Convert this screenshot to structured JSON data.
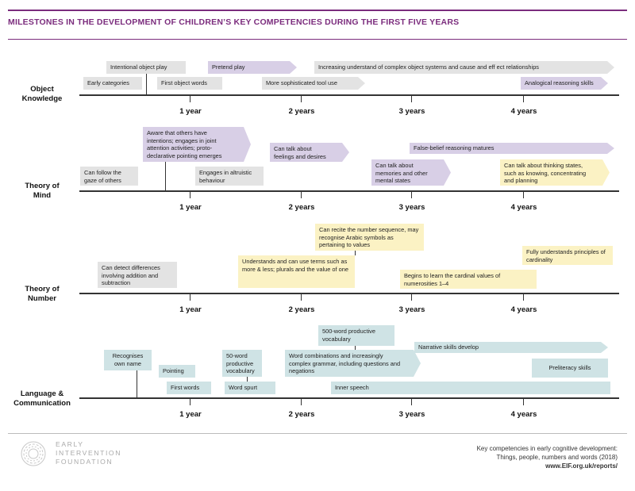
{
  "title": "MILESTONES IN THE DEVELOPMENT OF CHILDREN’S KEY COMPETENCIES DURING THE FIRST FIVE YEARS",
  "year_labels": [
    "1 year",
    "2 years",
    "3 years",
    "4 years"
  ],
  "colors": {
    "accent": "#7b2c7d",
    "gray": "#e3e3e3",
    "purple": "#d8cfe6",
    "yellow": "#fbf2c4",
    "teal": "#cfe3e5"
  },
  "object": {
    "label": "Object\nKnowledge",
    "intentional_play": "Intentional object play",
    "pretend_play": "Pretend play",
    "complex_systems": "Increasing understand of complex object systems and cause and eff ect relationships",
    "early_categories": "Early categories",
    "first_object_words": "First object words",
    "tool_use": "More sophisticated tool use",
    "analogical": "Analogical reasoning skills"
  },
  "mind": {
    "label": "Theory of\nMind",
    "intentions": "Aware that others have intentions; engages in joint attention activities; proto-declarative pointing emerges",
    "feelings": "Can talk about feelings and desires",
    "false_belief": "False-belief reasoning matures",
    "gaze": "Can follow the gaze of others",
    "altruistic": "Engages in altruistic behaviour",
    "memories": "Can talk about memories and other mental states",
    "thinking": "Can talk about thinking states, such as knowing, concentrating and planning"
  },
  "number": {
    "label": "Theory of\nNumber",
    "recite": "Can recite the number sequence, may recognise Arabic symbols as pertaining to values",
    "cardinality": "Fully understands principles of cardinality",
    "differences": "Can detect differences involving addition and subtraction",
    "more_less": "Understands and can use terms such as more & less; plurals and the value of one",
    "cardinal_values": "Begins to learn the cardinal values of numerosities 1–4"
  },
  "language": {
    "label": "Language &\nCommunication",
    "vocab500": "500-word productive vocabulary",
    "narrative": "Narrative skills develop",
    "own_name": "Recognises own name",
    "pointing": "Pointing",
    "vocab50": "50-word productive vocabulary",
    "word_combos": "Word combinations and increasingly complex grammar, including questions and negations",
    "preliteracy": "Preliteracy skills",
    "first_words": "First words",
    "word_spurt": "Word spurt",
    "inner_speech": "Inner speech"
  },
  "footer": {
    "org": "EARLY\nINTERVENTION\nFOUNDATION",
    "credit_line1": "Key competencies in early cognitive development:",
    "credit_line2": "Things, people, numbers and words (2018)",
    "credit_url": "www.EIF.org.uk/reports/"
  }
}
